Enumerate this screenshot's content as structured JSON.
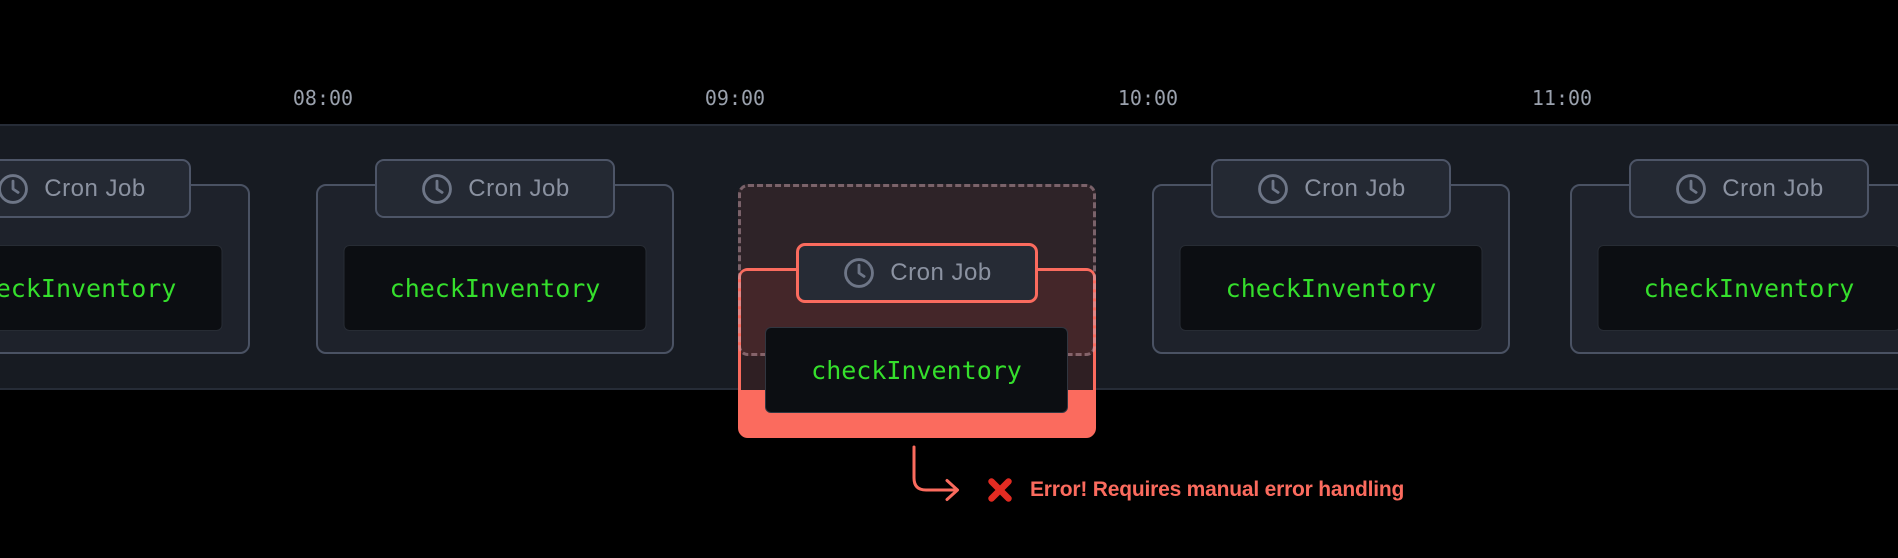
{
  "timeline": {
    "time_labels": [
      "08:00",
      "09:00",
      "10:00",
      "11:00"
    ]
  },
  "cards": [
    {
      "badge_label": "Cron Job",
      "code": "checkInventory",
      "state": "normal",
      "icon": "clock-icon"
    },
    {
      "badge_label": "Cron Job",
      "code": "checkInventory",
      "state": "normal",
      "icon": "clock-icon"
    },
    {
      "badge_label": "Cron Job",
      "code": "checkInventory",
      "state": "error",
      "icon": "clock-icon"
    },
    {
      "badge_label": "Cron Job",
      "code": "checkInventory",
      "state": "normal",
      "icon": "clock-icon"
    },
    {
      "badge_label": "Cron Job",
      "code": "checkInventory",
      "state": "normal",
      "icon": "clock-icon"
    }
  ],
  "error_annotation": {
    "icon": "cross-mark-icon",
    "message": "Error! Requires manual error handling"
  },
  "colors": {
    "background": "#000000",
    "band_background": "#171b22",
    "card_border": "#4a5263",
    "badge_background": "#242933",
    "badge_text": "#8b92a1",
    "codebox_background": "#0c0e12",
    "code_text_green": "#35df2c",
    "error_accent": "#fb6b5e",
    "cross_mark_red": "#e22b22",
    "time_label_text": "#9aa1ad"
  }
}
